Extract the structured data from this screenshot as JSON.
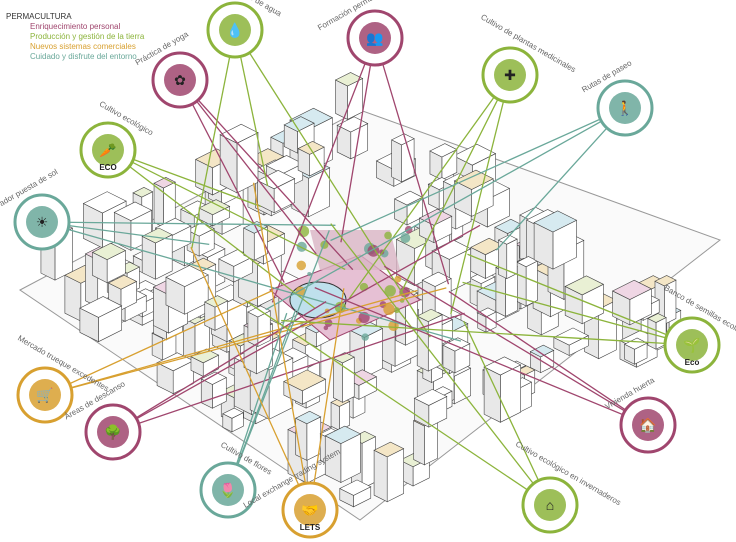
{
  "legend": {
    "title": "PERMACULTURA",
    "items": [
      {
        "label": "Enriquecimiento personal",
        "color": "#a0466e"
      },
      {
        "label": "Producción y gestión de la tierra",
        "color": "#8cb43c"
      },
      {
        "label": "Nuevos sistemas comerciales",
        "color": "#d8a030"
      },
      {
        "label": "Cuidado y disfrute del entorno",
        "color": "#6aa89a"
      }
    ]
  },
  "nodes": [
    {
      "label": "Práctica de yoga",
      "cat": 0,
      "icon": "lotus-icon"
    },
    {
      "label": "Reciclaje de agua",
      "cat": 1,
      "icon": "water-drop-icon"
    },
    {
      "label": "Formación permacultural",
      "cat": 0,
      "icon": "classroom-icon"
    },
    {
      "label": "Cultivo de plantas medicinales",
      "cat": 1,
      "icon": "medicinal-plant-icon"
    },
    {
      "label": "Rutas de paseo",
      "cat": 3,
      "icon": "walking-dog-icon"
    },
    {
      "label": "Cultivo ecológico",
      "cat": 1,
      "icon": "vegetables-icon",
      "badge": "ECO"
    },
    {
      "label": "Mirador puesta de sol",
      "cat": 3,
      "icon": "sunset-icon"
    },
    {
      "label": "Mercado trueque excedentes",
      "cat": 2,
      "icon": "market-icon"
    },
    {
      "label": "Áreas de descanso",
      "cat": 0,
      "icon": "resting-tree-icon"
    },
    {
      "label": "Cultivo de flores",
      "cat": 3,
      "icon": "watering-flowers-icon"
    },
    {
      "label": "Local exchange trading system",
      "cat": 2,
      "icon": "handshake-icon",
      "badge": "LETS"
    },
    {
      "label": "Cultivo ecológico en invernaderos",
      "cat": 1,
      "icon": "greenhouse-icon"
    },
    {
      "label": "Vivienda huerta",
      "cat": 0,
      "icon": "tree-house-icon"
    },
    {
      "label": "Banco de semillas ecológicas",
      "cat": 1,
      "icon": "seed-bank-icon",
      "badge": "Eco"
    }
  ]
}
